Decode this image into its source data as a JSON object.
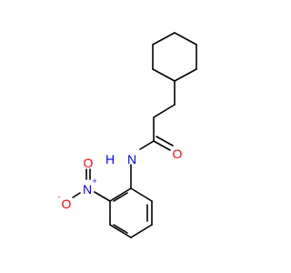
{
  "molecule": {
    "atoms": {
      "amide_n": "N",
      "amide_h": "H",
      "carbonyl_o": "O",
      "nitro_n": "N",
      "nitro_n_charge": "+",
      "nitro_o_double": "O",
      "nitro_o_single": "O",
      "nitro_o_charge": "-"
    },
    "colors": {
      "bond": "#000000",
      "nitrogen": "#0000ff",
      "oxygen": "#ff0000",
      "background": "#ffffff"
    }
  }
}
